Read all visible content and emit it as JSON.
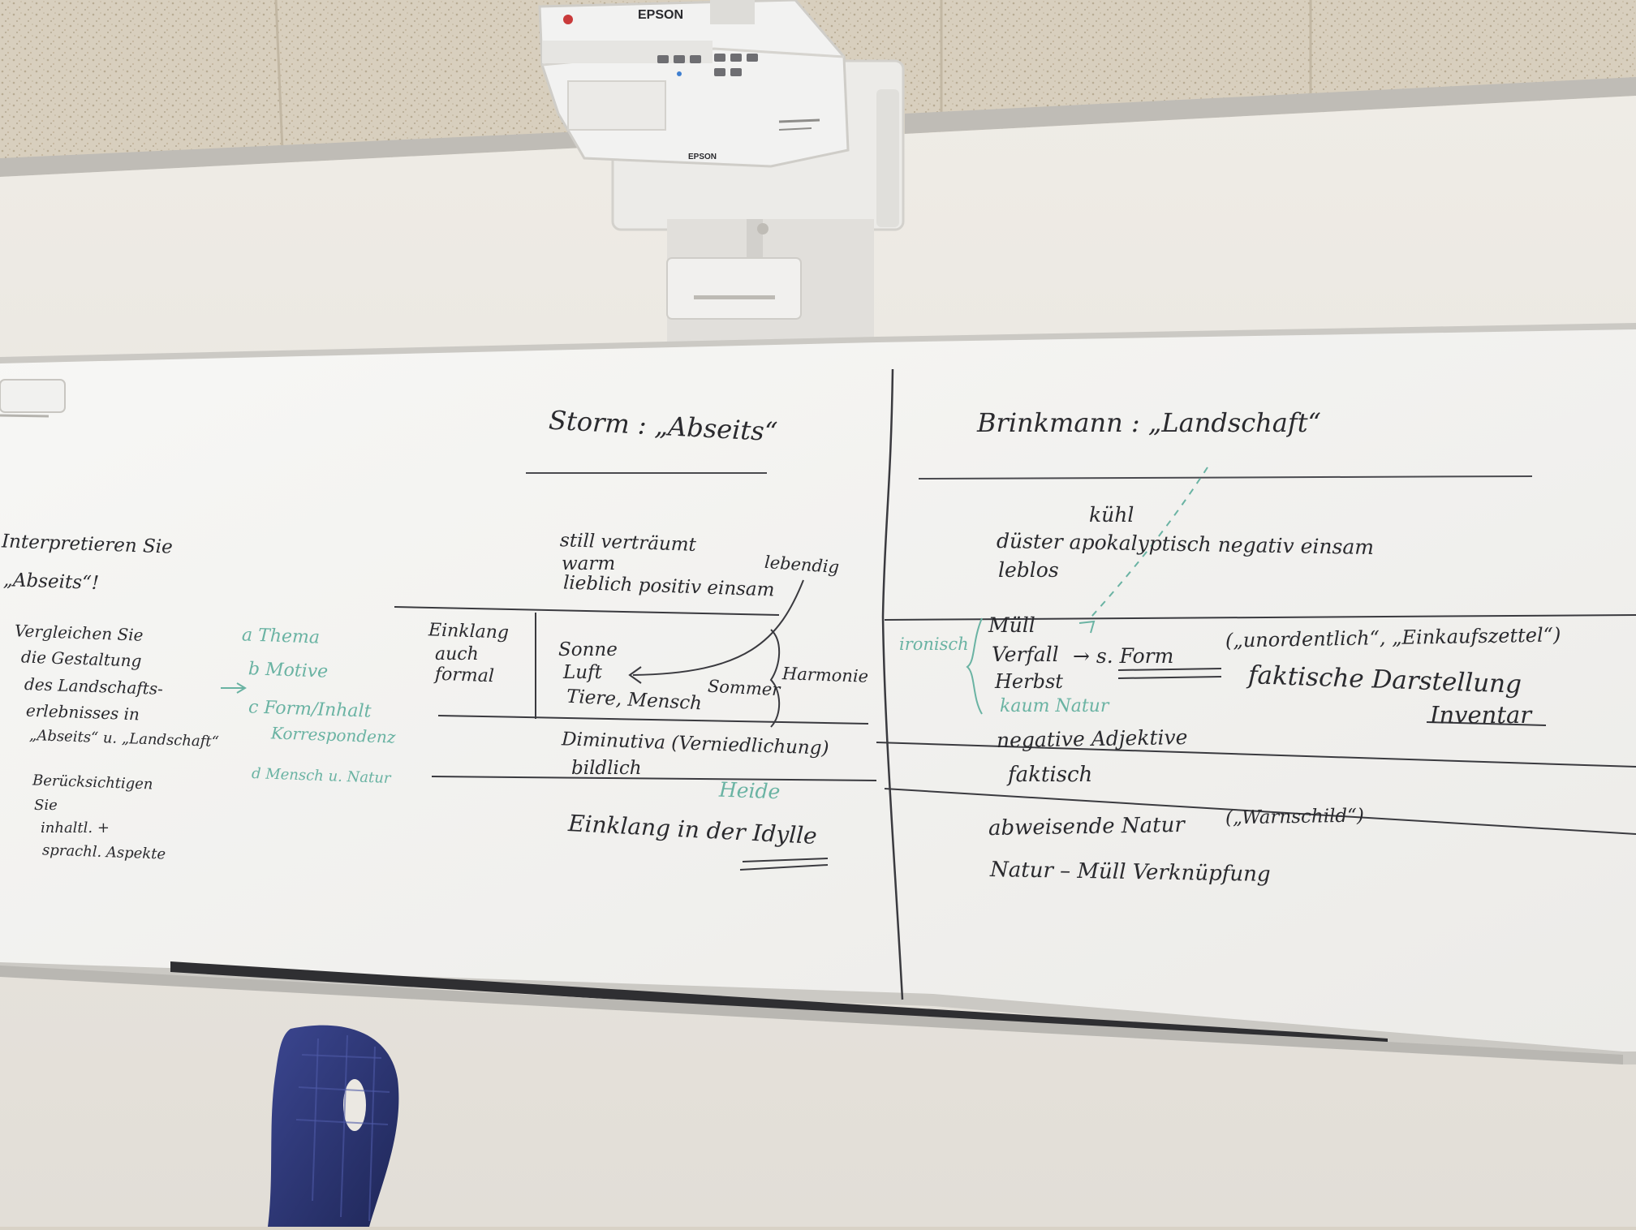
{
  "projector": {
    "brand_top": "EPSON",
    "brand_front": "EPSON"
  },
  "board": {
    "left_column": {
      "task_1": [
        "Interpretieren Sie",
        "„Abseits“!"
      ],
      "task_2": [
        "Vergleichen Sie",
        "die Gestaltung",
        "des Landschafts-",
        "erlebnisses in",
        "„Abseits“ u. „Landschaft“"
      ],
      "task_3": [
        "Berücksichtigen",
        "Sie",
        "inhaltl. +",
        "sprachl. Aspekte"
      ],
      "green_list": [
        "a Thema",
        "b Motive",
        "c Form/Inhalt",
        "Korrespondenz",
        "d Mensch u. Natur"
      ]
    },
    "storm": {
      "heading": "Storm : „Abseits“",
      "adj_row_1": "still   verträumt",
      "adj_row_2": "warm",
      "adj_row_3": "lieblich  positiv einsam",
      "adj_lebendig": "lebendig",
      "label_einklang": [
        "Einklang",
        "auch",
        "formal"
      ],
      "cell_lines": [
        "Sonne",
        "Luft",
        "Tiere, Mensch"
      ],
      "cell_sommer": "Sommer",
      "harmonie": "Harmonie",
      "diminutiva": "Diminutiva (Verniedlichung)",
      "bildlich": "bildlich",
      "heide": "Heide",
      "einklang_idylle": "Einklang  in der Idylle"
    },
    "brinkmann": {
      "heading": "Brinkmann : „Landschaft“",
      "adj_top": "kühl",
      "adj_row_1": "düster   apokalyptisch      negativ einsam",
      "adj_row_2": "leblos",
      "ironisch": "ironisch",
      "cell_lines": [
        "Müll",
        "Verfall",
        "Herbst"
      ],
      "kaum_natur": "kaum Natur",
      "arrow_form": "→ s. Form",
      "quote_words": "(„unordentlich“, „Einkaufszettel“)",
      "faktische": "faktische Darstellung",
      "inventar": "Inventar",
      "negative_adj": "negative Adjektive",
      "faktisch": "faktisch",
      "abweisende": "abweisende Natur",
      "warnschild": "(„Warnschild“)",
      "natur_muell": "Natur – Müll  Verknüpfung"
    }
  },
  "colors": {
    "wall": "#ece9e3",
    "ceiling": "#d9cfbd",
    "board": "#f6f6f4",
    "marker_black": "#2a2a2e",
    "marker_green": "#6ab3a3",
    "chair": "#2b3575"
  }
}
